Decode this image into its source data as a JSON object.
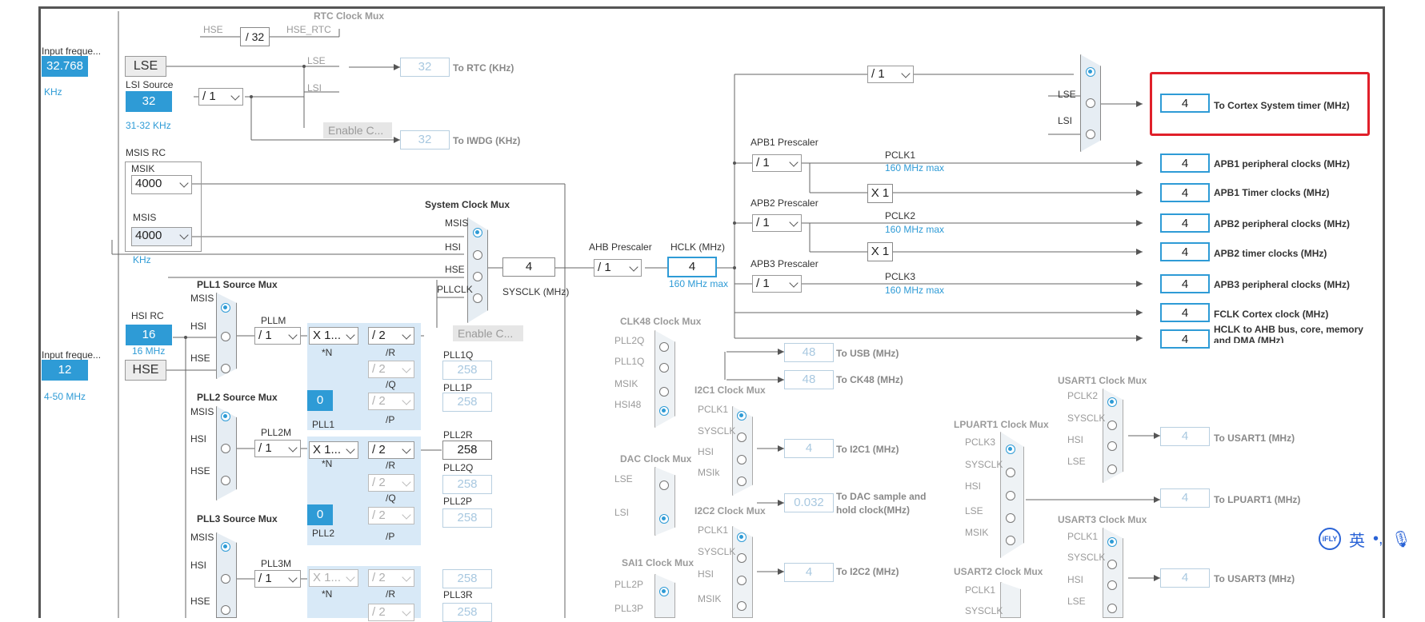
{
  "rtc": {
    "title": "RTC Clock Mux",
    "hse": "HSE",
    "div32": "/ 32",
    "hse_rtc": "HSE_RTC",
    "lse": "LSE",
    "lsi": "LSI",
    "enable": "Enable C...",
    "to_rtc_val": "32",
    "to_rtc": "To RTC (KHz)",
    "to_iwdg_val": "32",
    "to_iwdg": "To IWDG (KHz)"
  },
  "lse_in": {
    "label": "Input freque...",
    "value": "32.768",
    "unit": "KHz",
    "name": "LSE"
  },
  "lsi_src": {
    "label": "LSI Source",
    "value": "32",
    "range": "31-32 KHz",
    "div": "/ 1"
  },
  "msis_rc": {
    "title": "MSIS RC",
    "msik": "MSIK",
    "msik_val": "4000",
    "msis": "MSIS",
    "msis_val": "4000",
    "unit": "KHz"
  },
  "hsi_rc": {
    "title": "HSI RC",
    "value": "16",
    "freq": "16 MHz"
  },
  "hse_in": {
    "label": "Input freque...",
    "value": "12",
    "range": "4-50 MHz",
    "name": "HSE"
  },
  "sysmux": {
    "title": "System Clock Mux",
    "msis": "MSIS",
    "hsi": "HSI",
    "hse": "HSE",
    "pllclk": "PLLCLK",
    "sysclk_val": "4",
    "sysclk": "SYSCLK (MHz)",
    "enable": "Enable C..."
  },
  "ahb": {
    "title": "AHB Prescaler",
    "div": "/ 1",
    "hclk_title": "HCLK (MHz)",
    "hclk_val": "4",
    "hclk_max": "160 MHz max"
  },
  "systick": {
    "div": "/ 1",
    "lse": "LSE",
    "lsi": "LSI",
    "value": "4",
    "label": "To Cortex System timer (MHz)"
  },
  "apb1": {
    "title": "APB1 Prescaler",
    "div": "/ 1",
    "pclk": "PCLK1",
    "max": "160 MHz max",
    "x1": "X 1",
    "periph_val": "4",
    "periph": "APB1 peripheral clocks (MHz)",
    "timer_val": "4",
    "timer": "APB1 Timer clocks (MHz)"
  },
  "apb2": {
    "title": "APB2 Prescaler",
    "div": "/ 1",
    "pclk": "PCLK2",
    "max": "160 MHz max",
    "x1": "X 1",
    "periph_val": "4",
    "periph": "APB2 peripheral clocks (MHz)",
    "timer_val": "4",
    "timer": "APB2 timer clocks (MHz)"
  },
  "apb3": {
    "title": "APB3 Prescaler",
    "div": "/ 1",
    "pclk": "PCLK3",
    "max": "160 MHz max",
    "periph_val": "4",
    "periph": "APB3 peripheral clocks (MHz)"
  },
  "fclk": {
    "value": "4",
    "label": "FCLK Cortex clock (MHz)"
  },
  "hclk_ahb": {
    "value": "4",
    "label": "HCLK to AHB bus, core, memory and DMA (MHz)"
  },
  "pll1": {
    "src_title": "PLL1 Source Mux",
    "msis": "MSIS",
    "hsi": "HSI",
    "hse": "HSE",
    "m_label": "PLLM",
    "m": "/ 1",
    "n": "X 1...",
    "n_lbl": "*N",
    "r": "/ 2",
    "r_lbl": "/R",
    "q": "/ 2",
    "q_lbl": "/Q",
    "p": "/ 2",
    "p_lbl": "/P",
    "q_name": "PLL1Q",
    "q_val": "258",
    "p_name": "PLL1P",
    "p_val": "258",
    "frac": "0",
    "name": "PLL1"
  },
  "pll2": {
    "src_title": "PLL2 Source Mux",
    "msis": "MSIS",
    "hsi": "HSI",
    "hse": "HSE",
    "m_label": "PLL2M",
    "m": "/ 1",
    "n": "X 1...",
    "n_lbl": "*N",
    "r": "/ 2",
    "r_lbl": "/R",
    "q": "/ 2",
    "q_lbl": "/Q",
    "p": "/ 2",
    "p_lbl": "/P",
    "r_name": "PLL2R",
    "r_val": "258",
    "q_name": "PLL2Q",
    "q_val": "258",
    "p_name": "PLL2P",
    "p_val": "258",
    "frac": "0",
    "name": "PLL2"
  },
  "pll3": {
    "src_title": "PLL3 Source Mux",
    "msis": "MSIS",
    "hsi": "HSI",
    "hse": "HSE",
    "m_label": "PLL3M",
    "m": "/ 1",
    "n": "X 1...",
    "n_lbl": "*N",
    "r": "/ 2",
    "r_lbl": "/R",
    "q": "/ 2",
    "r_name": "PLL3R",
    "r_val": "258",
    "q_val": "258"
  },
  "clk48": {
    "title": "CLK48 Clock Mux",
    "in": [
      "PLL2Q",
      "PLL1Q",
      "MSIK",
      "HSI48"
    ],
    "usb_val": "48",
    "usb": "To USB (MHz)",
    "ck48_val": "48",
    "ck48": "To CK48 (MHz)"
  },
  "i2c1": {
    "title": "I2C1 Clock Mux",
    "in": [
      "PCLK1",
      "SYSCLK",
      "HSI",
      "MSIk"
    ],
    "val": "4",
    "out": "To I2C1 (MHz)"
  },
  "dac": {
    "title": "DAC Clock Mux",
    "in": [
      "LSE",
      "LSI"
    ],
    "val": "0.032",
    "out": "To DAC sample and hold clock(MHz)"
  },
  "i2c2": {
    "title": "I2C2 Clock Mux",
    "in": [
      "PCLK1",
      "SYSCLK",
      "HSI",
      "MSIK"
    ],
    "val": "4",
    "out": "To I2C2 (MHz)"
  },
  "sai1": {
    "title": "SAI1 Clock Mux",
    "in": [
      "PLL2P",
      "PLL3P"
    ]
  },
  "lpuart1": {
    "title": "LPUART1 Clock Mux",
    "in": [
      "PCLK3",
      "SYSCLK",
      "HSI",
      "LSE",
      "MSIK"
    ],
    "val": "4",
    "out": "To LPUART1 (MHz)"
  },
  "usart1": {
    "title": "USART1 Clock Mux",
    "in": [
      "PCLK2",
      "SYSCLK",
      "HSI",
      "LSE"
    ],
    "val": "4",
    "out": "To USART1 (MHz)"
  },
  "usart3": {
    "title": "USART3 Clock Mux",
    "in": [
      "PCLK1",
      "SYSCLK",
      "HSI",
      "LSE"
    ],
    "val": "4",
    "out": "To USART3 (MHz)"
  },
  "usart2": {
    "title": "USART2 Clock Mux",
    "in": [
      "PCLK1",
      "SYSCLK"
    ]
  },
  "ifly": {
    "logo": "iFLY",
    "lang": "英"
  }
}
